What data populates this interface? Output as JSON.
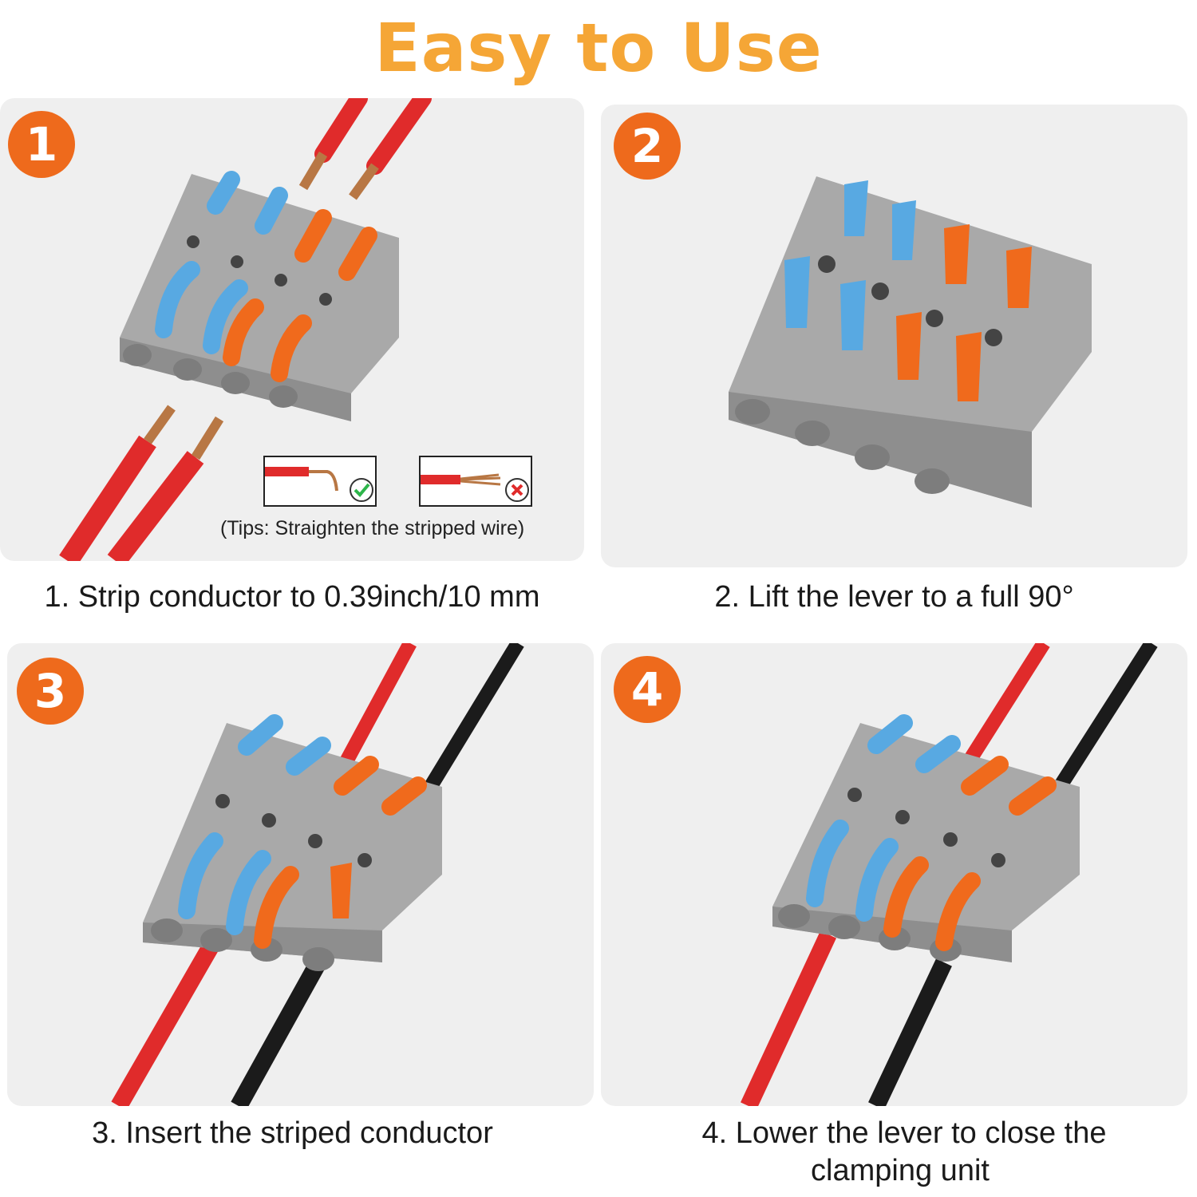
{
  "title": "Easy to Use",
  "colors": {
    "title": "#f5a636",
    "badge": "#ee6a1c",
    "panel_bg": "#efefef",
    "connector_body": "#a9a9a9",
    "lever_blue": "#58a9e2",
    "lever_orange": "#f06a1c",
    "wire_red": "#e02b2b",
    "wire_black": "#1b1b1b"
  },
  "steps": [
    {
      "number": "1",
      "caption": "1. Strip conductor to 0.39inch/10 mm"
    },
    {
      "number": "2",
      "caption": "2. Lift the lever to a full 90°"
    },
    {
      "number": "3",
      "caption": "3. Insert the striped conductor"
    },
    {
      "number": "4",
      "caption_line1": "4. Lower the lever to close the",
      "caption_line2": "clamping unit"
    }
  ],
  "tips": {
    "text": "(Tips: Straighten the stripped wire)",
    "good_icon": "check-icon",
    "bad_icon": "cross-icon"
  }
}
